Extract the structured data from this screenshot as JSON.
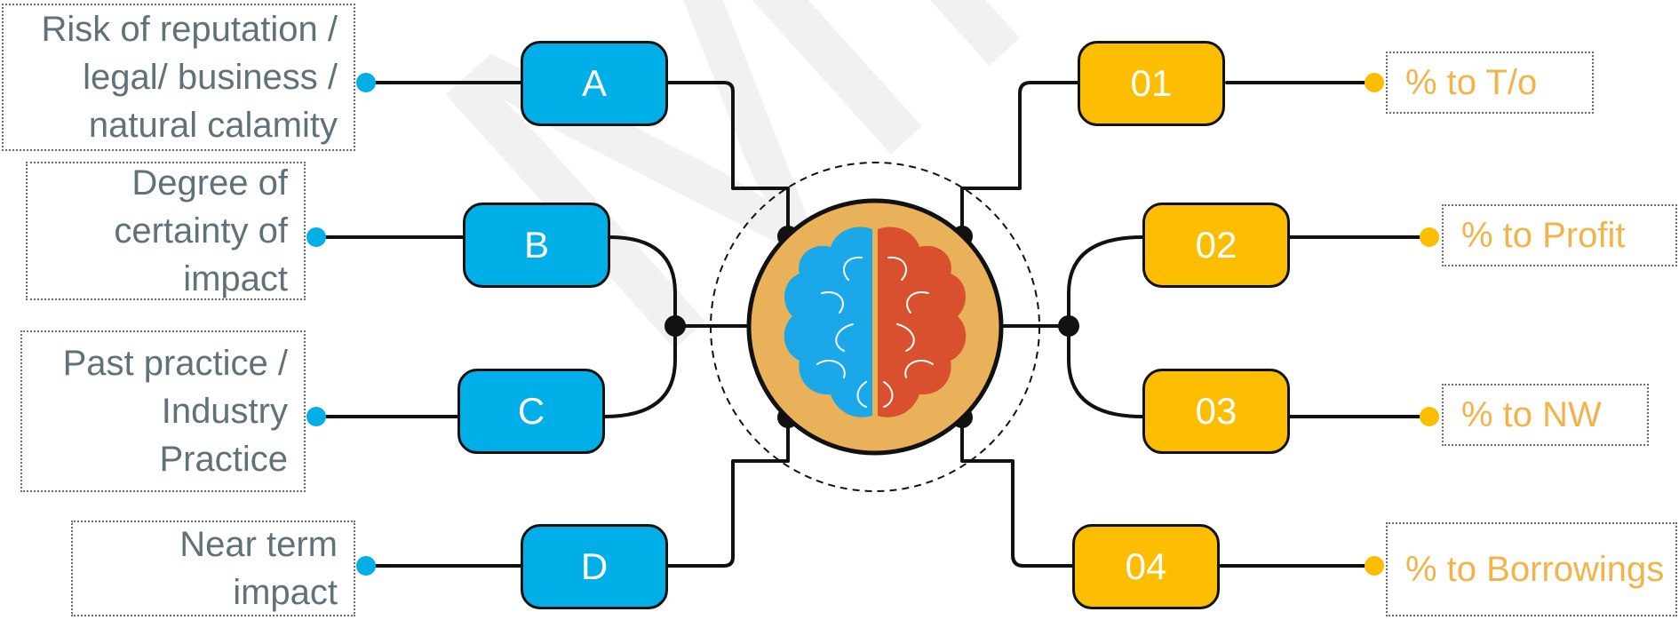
{
  "watermark": "MMJC",
  "left_nodes": [
    {
      "id": "A",
      "text": "Risk of reputation /\nlegal/ business /\nnatural calamity"
    },
    {
      "id": "B",
      "text": "Degree of\ncertainty of\nimpact"
    },
    {
      "id": "C",
      "text": "Past practice /\nIndustry\nPractice"
    },
    {
      "id": "D",
      "text": "Near term\nimpact"
    }
  ],
  "right_nodes": [
    {
      "id": "01",
      "text": "% to T/o"
    },
    {
      "id": "02",
      "text": "% to Profit"
    },
    {
      "id": "03",
      "text": "% to NW"
    },
    {
      "id": "04",
      "text": "% to Borrowings"
    }
  ],
  "colors": {
    "left_pill": "#00aee8",
    "right_pill": "#fdbd00",
    "left_dot": "#00aee8",
    "right_dot": "#fdbd00",
    "left_text": "#5f7278",
    "right_text": "#f2b44a",
    "brain_circle": "#e8b15a",
    "brain_left": "#1aa8e8",
    "brain_right": "#d9502f"
  },
  "center_icon": "brain-icon"
}
